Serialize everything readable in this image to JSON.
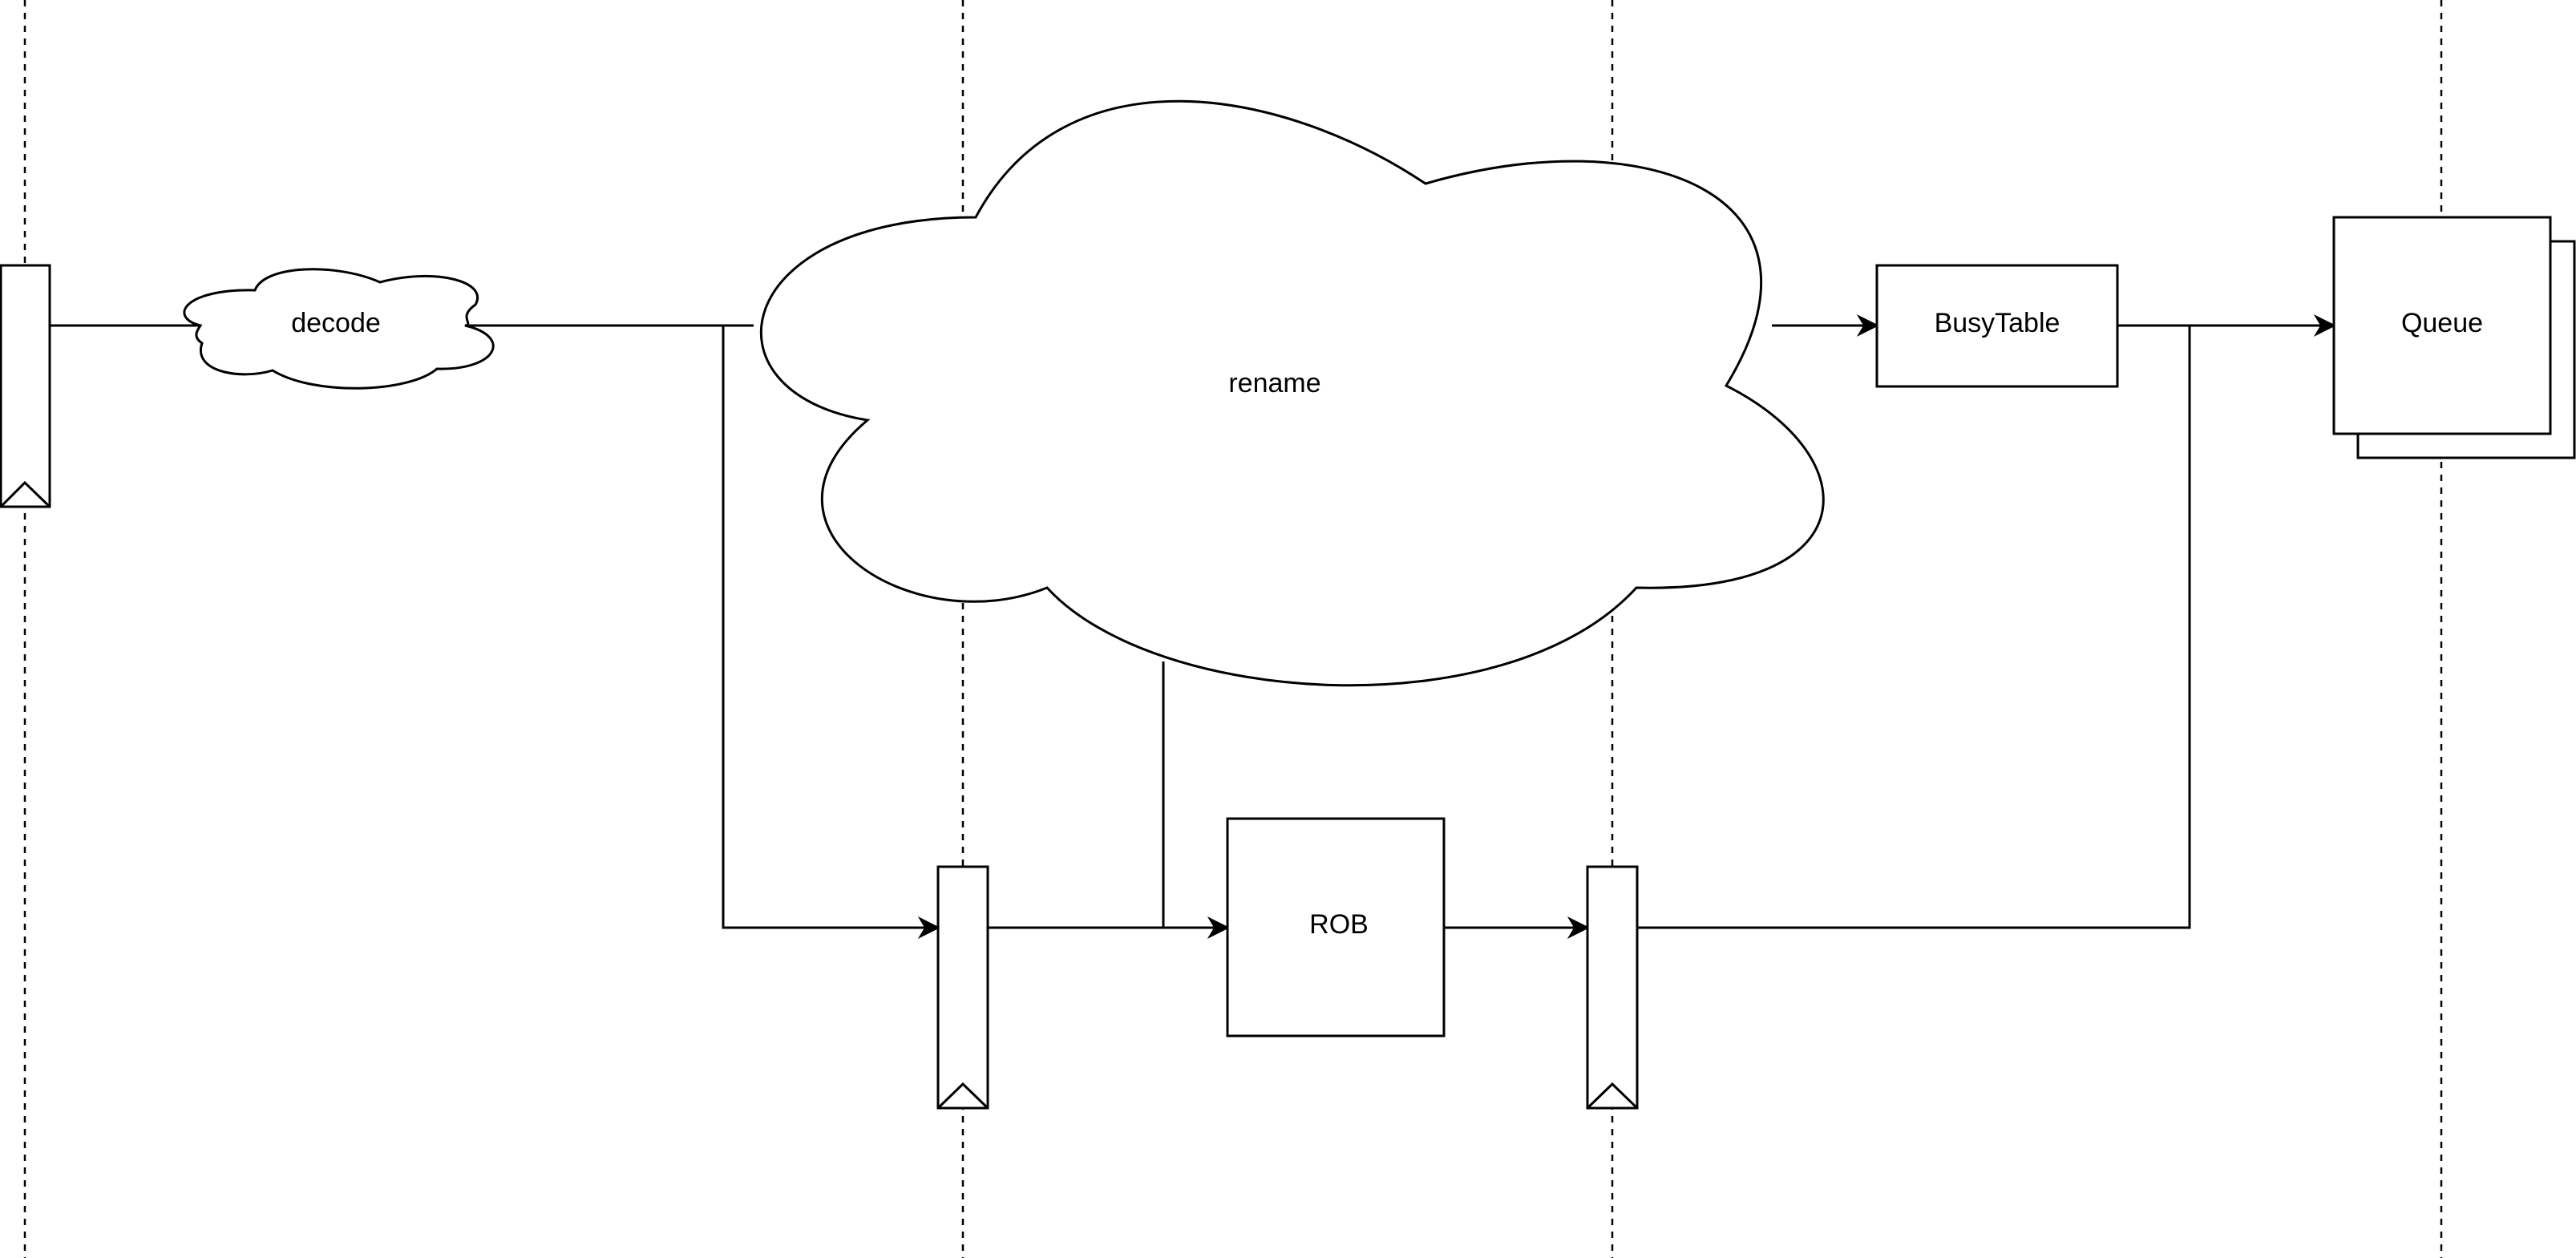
{
  "nodes": {
    "decode": "decode",
    "rename": "rename",
    "busytable": "BusyTable",
    "queue": "Queue",
    "rob": "ROB"
  },
  "colors": {
    "stroke": "#000000",
    "fill": "#ffffff",
    "background": "#ffffff"
  }
}
